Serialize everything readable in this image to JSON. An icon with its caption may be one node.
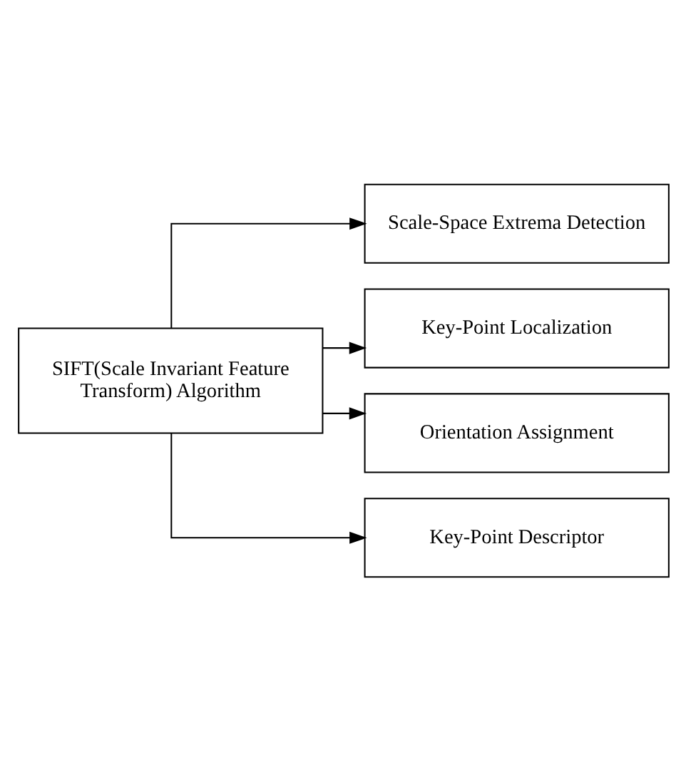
{
  "diagram": {
    "nodes": [
      {
        "text": [
          "SIFT(Scale Invariant Feature Transform) Algorithm"
        ]
      },
      {
        "text": [
          "Scale-Space Extrema Detection"
        ]
      },
      {
        "text": [
          "Key-Point Localization"
        ]
      },
      {
        "text": [
          "Orientation Assignment"
        ]
      },
      {
        "text": [
          "Key-Point Descriptor"
        ]
      }
    ],
    "edges": [
      {
        "from": 0,
        "to": 1,
        "arrow": "to"
      },
      {
        "from": 0,
        "to": 2,
        "arrow": "to"
      },
      {
        "from": 0,
        "to": 3,
        "arrow": "to"
      },
      {
        "from": 0,
        "to": 4,
        "arrow": "to"
      }
    ]
  }
}
